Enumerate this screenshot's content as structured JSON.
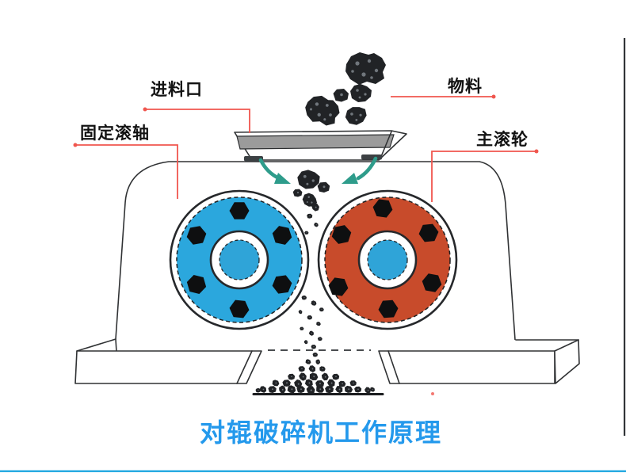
{
  "diagram": {
    "title": "对辊破碎机工作原理",
    "labels": {
      "feed_inlet": "进料口",
      "material": "物料",
      "fixed_roller": "固定滚轴",
      "main_roller": "主滚轮"
    }
  },
  "colors": {
    "roller_left_blue": "#2BA7DD",
    "roller_right_red": "#C84B2B",
    "hub_blue": "#2FA4D8",
    "arrow_teal": "#2E9C8B",
    "leader_red": "#F0564E",
    "title_blue": "#2499EC",
    "bottom_rule_blue": "#29ABE2",
    "hopper_gray": "#9B9B9B",
    "rock_dark": "#212326",
    "outline_dark": "#303234"
  }
}
